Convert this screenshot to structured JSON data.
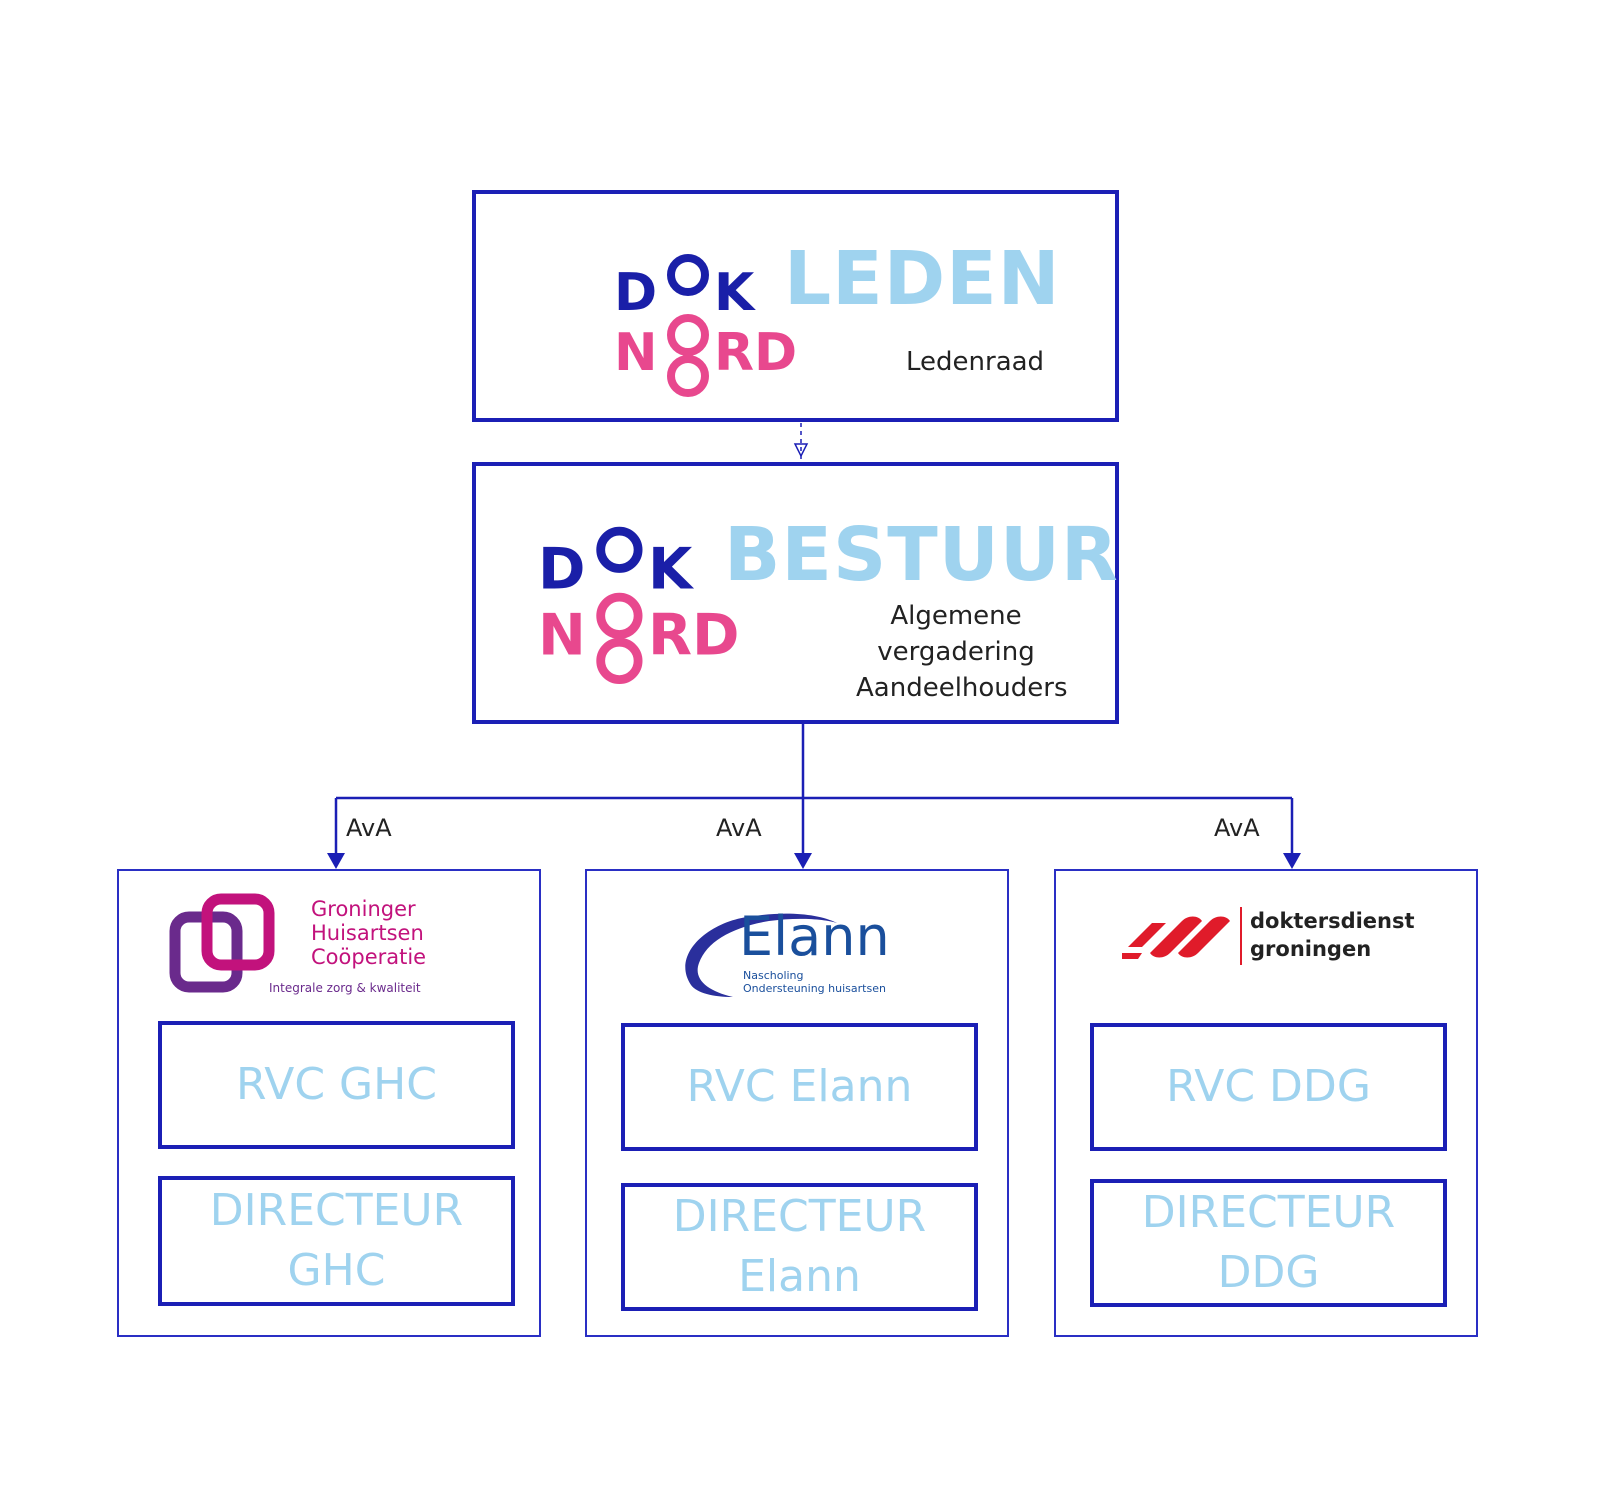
{
  "colors": {
    "box_border": "#1b1fb5",
    "title_light_blue": "#9fd3ef",
    "dok_navy": "#1a1fa8",
    "nord_pink": "#e8488e",
    "ghc_magenta": "#c2127c",
    "ghc_purple": "#6a2a8c",
    "elann_blue": "#1a4f9c",
    "ddg_red": "#e01b2a"
  },
  "top": {
    "logo_row1": "DOK",
    "logo_row2": "NORD",
    "title": "LEDEN",
    "subtitle": "Ledenraad"
  },
  "middle": {
    "logo_row1": "DOK",
    "logo_row2": "NORD",
    "title": "BESTUUR",
    "subtitle_lines": [
      "Algemene",
      "vergadering",
      "Aandeelhouders"
    ]
  },
  "edges": {
    "left_label": "AvA",
    "center_label": "AvA",
    "right_label": "AvA"
  },
  "companies": [
    {
      "logo": {
        "line1": "Groninger",
        "line2": "Huisartsen",
        "line3": "Coöperatie",
        "tagline": "Integrale zorg & kwaliteit",
        "icon": "ghc-interlocking-squares-icon"
      },
      "rvc": "RVC GHC",
      "director_line1": "DIRECTEUR",
      "director_line2": "GHC"
    },
    {
      "logo": {
        "name": "Elann",
        "sub1": "Nascholing",
        "sub2": "Ondersteuning huisartsen",
        "icon": "elann-swoosh-icon"
      },
      "rvc": "RVC Elann",
      "director_line1": "DIRECTEUR",
      "director_line2": "Elann"
    },
    {
      "logo": {
        "line1": "doktersdienst",
        "line2": "groningen",
        "icon": "ddg-red-stripes-icon"
      },
      "rvc": "RVC DDG",
      "director_line1": "DIRECTEUR",
      "director_line2": "DDG"
    }
  ]
}
